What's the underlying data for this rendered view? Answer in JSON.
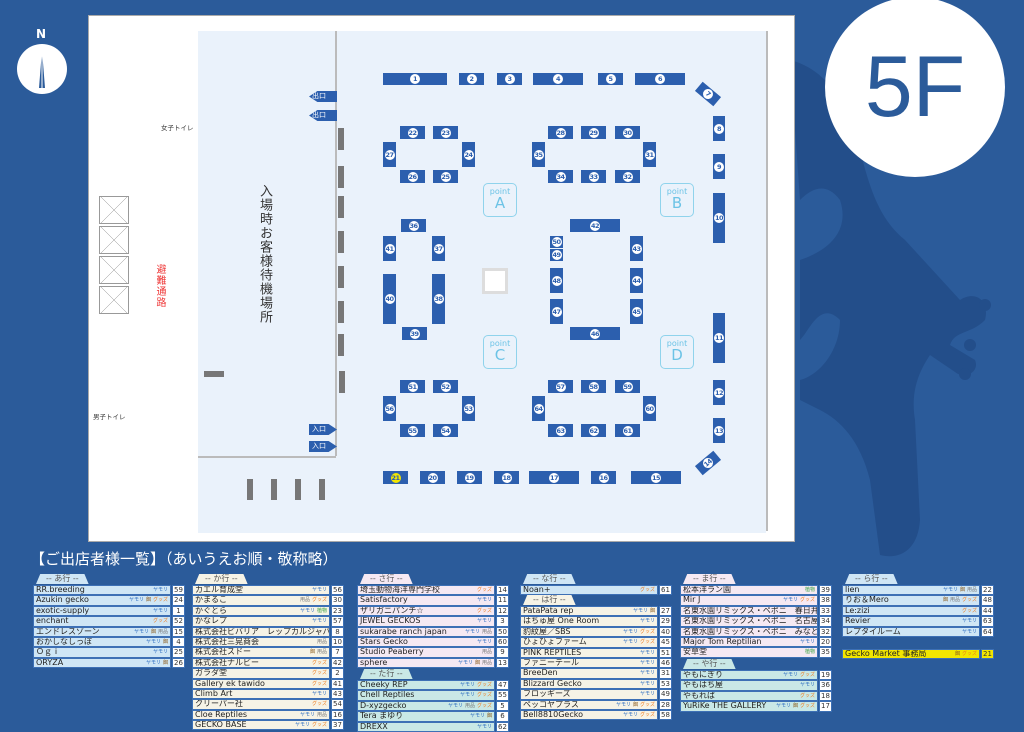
{
  "floor_label": "5F",
  "compass": "N",
  "colors": {
    "background": "#2b5b9a",
    "booth": "#2c5fae",
    "hall": "#eaf2fb",
    "office_highlight": "#f2e600"
  },
  "map": {
    "booths": [
      "1",
      "2",
      "3",
      "4",
      "5",
      "6",
      "7",
      "8",
      "9",
      "10",
      "11",
      "12",
      "13",
      "14",
      "15",
      "16",
      "17",
      "18",
      "19",
      "20",
      "21",
      "22",
      "23",
      "24",
      "25",
      "26",
      "27",
      "28",
      "29",
      "30",
      "31",
      "32",
      "33",
      "34",
      "35",
      "36",
      "37",
      "38",
      "39",
      "40",
      "41",
      "42",
      "43",
      "44",
      "45",
      "46",
      "47",
      "48",
      "49",
      "50",
      "51",
      "52",
      "53",
      "54",
      "55",
      "56",
      "57",
      "58",
      "59",
      "60",
      "61",
      "62",
      "63",
      "64"
    ],
    "points": [
      {
        "label": "point",
        "letter": "A"
      },
      {
        "label": "point",
        "letter": "B"
      },
      {
        "label": "point",
        "letter": "C"
      },
      {
        "label": "point",
        "letter": "D"
      }
    ],
    "exit_label": "出口",
    "entrance_label": "入口",
    "waiting_area": "入場時お客様待機場所",
    "evacuation_route": "避難通路",
    "womens_toilet": "女子トイレ",
    "mens_toilet": "男子トイレ"
  },
  "list": {
    "title": "【ご出店者様一覧】（あいうえお順・敬称略）",
    "tag_labels": {
      "y": "ヤモリ",
      "e": "餌",
      "s": "用品",
      "g": "グッズ",
      "p": "植物"
    },
    "groups": [
      {
        "id": "a",
        "header": "-- あ行 --",
        "color": "#cfe6f5",
        "rows": [
          {
            "name": "RR.breeding",
            "tags": [
              "y"
            ],
            "no": "59"
          },
          {
            "name": "Azukin gecko",
            "tags": [
              "y",
              "e",
              "g"
            ],
            "no": "24"
          },
          {
            "name": "exotic-supply",
            "tags": [
              "y"
            ],
            "no": "1"
          },
          {
            "name": "enchant",
            "tags": [
              "g"
            ],
            "no": "52"
          },
          {
            "name": "エンドレスゾーン",
            "tags": [
              "y",
              "e",
              "s"
            ],
            "no": "15"
          },
          {
            "name": "おかしなしっぽ",
            "tags": [
              "y",
              "e"
            ],
            "no": "4"
          },
          {
            "name": "Ｏｇｉ",
            "tags": [
              "y"
            ],
            "no": "25"
          },
          {
            "name": "ORYZA",
            "tags": [
              "y",
              "e"
            ],
            "no": "26"
          }
        ]
      },
      {
        "id": "ka",
        "header": "-- か行 --",
        "color": "#f6f3e6",
        "rows": [
          {
            "name": "カエル育成堂",
            "tags": [
              "y"
            ],
            "no": "56"
          },
          {
            "name": "かまるこ",
            "tags": [
              "s",
              "g"
            ],
            "no": "30"
          },
          {
            "name": "かぐとら",
            "tags": [
              "y",
              "p"
            ],
            "no": "23"
          },
          {
            "name": "かなレプ",
            "tags": [
              "y"
            ],
            "no": "57"
          },
          {
            "name": "株式会社ビバリア　レップカルジャパン",
            "tags": [
              "s"
            ],
            "no": "8"
          },
          {
            "name": "株式会社三晃商会",
            "tags": [
              "s"
            ],
            "no": "10"
          },
          {
            "name": "株式会社スドー",
            "tags": [
              "e",
              "s"
            ],
            "no": "7"
          },
          {
            "name": "株式会社ナルビー",
            "tags": [
              "g"
            ],
            "no": "42"
          },
          {
            "name": "ガラダ堂",
            "tags": [
              "g"
            ],
            "no": "2"
          },
          {
            "name": "Gallery ek tawido",
            "tags": [
              "g"
            ],
            "no": "41"
          },
          {
            "name": "Climb Art",
            "tags": [
              "y"
            ],
            "no": "43"
          },
          {
            "name": "クリーパー社",
            "tags": [
              "g"
            ],
            "no": "54"
          },
          {
            "name": "Cloe Reptiles",
            "tags": [
              "y",
              "s"
            ],
            "no": "16"
          },
          {
            "name": "GECKO BASE",
            "tags": [
              "y",
              "g"
            ],
            "no": "37"
          }
        ]
      },
      {
        "id": "sa",
        "header": "-- さ行 --",
        "color": "#f5e9f3",
        "rows": [
          {
            "name": "埼玉動物海洋専門学校",
            "tags": [
              "g"
            ],
            "no": "14"
          },
          {
            "name": "Satisfactory",
            "tags": [
              "y"
            ],
            "no": "11"
          },
          {
            "name": "ザリガニパンチ☆",
            "tags": [
              "g"
            ],
            "no": "12"
          },
          {
            "name": "JEWEL GECKOS",
            "tags": [
              "y"
            ],
            "no": "3"
          },
          {
            "name": "sukarabe ranch japan",
            "tags": [
              "y",
              "s"
            ],
            "no": "50"
          },
          {
            "name": "Stars Gecko",
            "tags": [
              "y"
            ],
            "no": "60"
          },
          {
            "name": "Studio Peaberry",
            "tags": [
              "s"
            ],
            "no": "9"
          },
          {
            "name": "sphere",
            "tags": [
              "y",
              "e",
              "s"
            ],
            "no": "13"
          }
        ]
      },
      {
        "id": "ta",
        "header": "-- た行 --",
        "color": "#c9e8e6",
        "rows": [
          {
            "name": "Cheeky REP",
            "tags": [
              "y",
              "g"
            ],
            "no": "47"
          },
          {
            "name": "Chell Reptiles",
            "tags": [
              "y",
              "g"
            ],
            "no": "55"
          },
          {
            "name": "D-xyzgecko",
            "tags": [
              "y",
              "s",
              "g"
            ],
            "no": "5"
          },
          {
            "name": "Tera まゆり",
            "tags": [
              "y",
              "e"
            ],
            "no": "6"
          },
          {
            "name": "DREXX",
            "tags": [
              "y"
            ],
            "no": "62"
          }
        ]
      },
      {
        "id": "na",
        "header": "-- な行 --",
        "color": "#cfe6f5",
        "rows": [
          {
            "name": "Noan+",
            "tags": [
              "g"
            ],
            "no": "61"
          }
        ]
      },
      {
        "id": "ha",
        "header": "-- は行 --",
        "color": "#f6f3e6",
        "rows": [
          {
            "name": "PataPata rep",
            "tags": [
              "y",
              "e"
            ],
            "no": "27"
          },
          {
            "name": "はちゅ屋 One Room",
            "tags": [
              "y"
            ],
            "no": "29"
          },
          {
            "name": "豹紋屋／SBS",
            "tags": [
              "y",
              "g"
            ],
            "no": "40"
          },
          {
            "name": "ひょひょファーム",
            "tags": [
              "y",
              "g"
            ],
            "no": "45"
          },
          {
            "name": "PINK REPTILES",
            "tags": [
              "y"
            ],
            "no": "51"
          },
          {
            "name": "ファニーテール",
            "tags": [
              "y"
            ],
            "no": "46"
          },
          {
            "name": "BreeDen",
            "tags": [
              "y"
            ],
            "no": "31"
          },
          {
            "name": "Blizzard Gecko",
            "tags": [
              "y"
            ],
            "no": "53"
          },
          {
            "name": "フロッギーズ",
            "tags": [
              "y"
            ],
            "no": "49"
          },
          {
            "name": "ペッコヤプラス",
            "tags": [
              "y",
              "e",
              "g"
            ],
            "no": "28"
          },
          {
            "name": "Bell8810Gecko",
            "tags": [
              "y",
              "g"
            ],
            "no": "58"
          }
        ]
      },
      {
        "id": "ma",
        "header": "-- ま行 --",
        "color": "#f5e9f3",
        "rows": [
          {
            "name": "松本洋ラン園",
            "tags": [
              "p"
            ],
            "no": "39"
          },
          {
            "name": "Mir J",
            "tags": [
              "y",
              "g"
            ],
            "no": "38"
          },
          {
            "name": "名東水園リミックス・ペポニ　春日井店",
            "tags": [
              "y",
              "g"
            ],
            "no": "33"
          },
          {
            "name": "名東水園リミックス・ペポニ　名古屋インター店",
            "tags": [
              "y",
              "g"
            ],
            "no": "34"
          },
          {
            "name": "名東水園リミックス・ペポニ　みなと店",
            "tags": [
              "y"
            ],
            "no": "32"
          },
          {
            "name": "Major Tom Reptilian",
            "tags": [
              "y"
            ],
            "no": "20"
          },
          {
            "name": "安草堂",
            "tags": [
              "p"
            ],
            "no": "35"
          }
        ]
      },
      {
        "id": "ya",
        "header": "-- や行 --",
        "color": "#c9e8e6",
        "rows": [
          {
            "name": "やもにぎり",
            "tags": [
              "y",
              "g"
            ],
            "no": "19"
          },
          {
            "name": "やもはち屋",
            "tags": [
              "y"
            ],
            "no": "36"
          },
          {
            "name": "やもれば",
            "tags": [
              "g"
            ],
            "no": "18"
          },
          {
            "name": "YuRiKe THE GALLERY",
            "tags": [
              "y",
              "e",
              "g"
            ],
            "no": "17"
          }
        ]
      },
      {
        "id": "ra",
        "header": "-- ら行 --",
        "color": "#cfe6f5",
        "rows": [
          {
            "name": "lien",
            "tags": [
              "y",
              "e",
              "s"
            ],
            "no": "22"
          },
          {
            "name": "りお＆Mero",
            "tags": [
              "e",
              "s",
              "g"
            ],
            "no": "48"
          },
          {
            "name": "Le:zizi",
            "tags": [
              "g"
            ],
            "no": "44"
          },
          {
            "name": "Revier",
            "tags": [
              "y"
            ],
            "no": "63"
          },
          {
            "name": "レプタイルーム",
            "tags": [
              "y"
            ],
            "no": "64"
          }
        ]
      },
      {
        "id": "office",
        "header": "",
        "color": "#f2e600",
        "rows": [
          {
            "name": "Gecko Market 事務局",
            "tags": [
              "e",
              "g"
            ],
            "no": "21"
          }
        ]
      }
    ]
  }
}
